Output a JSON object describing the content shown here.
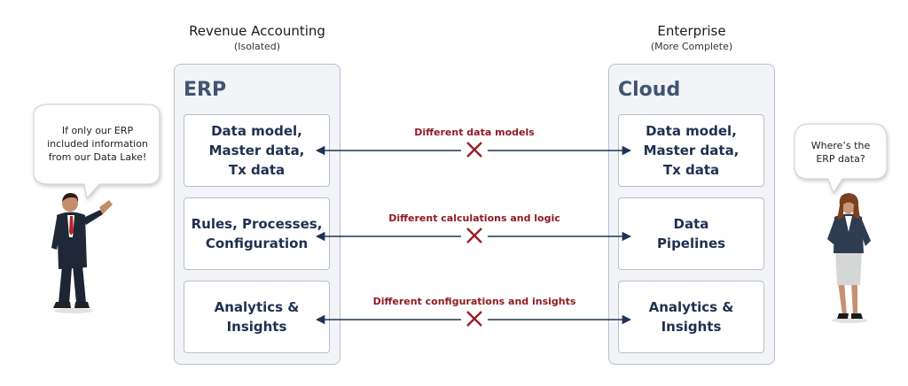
{
  "left_column": {
    "title": "Revenue Accounting",
    "subtitle": "(Isolated)",
    "panel_title": "ERP",
    "boxes": [
      "Data model,\nMaster data,\nTx data",
      "Rules, Processes,\nConfiguration",
      "Analytics &\nInsights"
    ]
  },
  "right_column": {
    "title": "Enterprise",
    "subtitle": "(More Complete)",
    "panel_title": "Cloud",
    "boxes": [
      "Data model,\nMaster data,\nTx data",
      "Data\nPipelines",
      "Analytics &\nInsights"
    ]
  },
  "connections": [
    {
      "label": "Different data models",
      "status_icon": "x-mark-icon"
    },
    {
      "label": "Different calculations and logic",
      "status_icon": "x-mark-icon"
    },
    {
      "label": "Different configurations and insights",
      "status_icon": "x-mark-icon"
    }
  ],
  "speech": {
    "left": "If only our ERP\nincluded information\nfrom our Data Lake!",
    "right": "Where’s the\nERP data?"
  },
  "colors": {
    "arrow": "#1f3357",
    "x_mark": "#9d1c26",
    "label": "#8f1b25",
    "panel_title": "#3f5570"
  }
}
